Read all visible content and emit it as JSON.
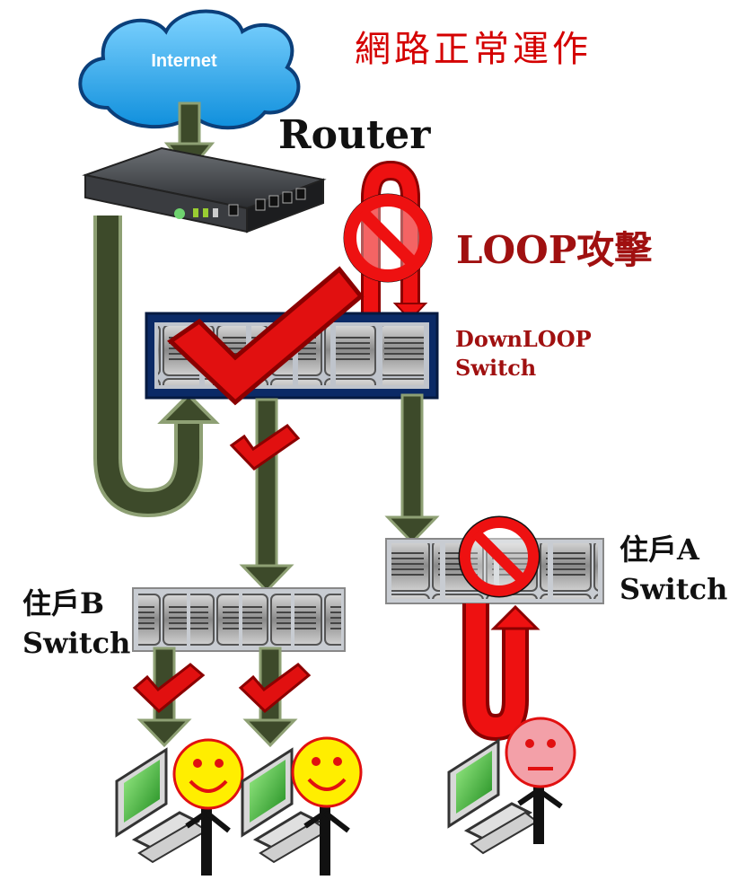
{
  "title": "網路正常運作",
  "internet_label": "Internet",
  "router_label": "Router",
  "loop_attack_label": "LOOP攻擊",
  "downloop_switch": {
    "line1": "DownLOOP",
    "line2": "Switch"
  },
  "household_a_switch": {
    "line1": "住戶A",
    "line2": "Switch"
  },
  "household_b_switch": {
    "line1": "住戶B",
    "line2": "Switch"
  },
  "colors": {
    "arrow": "#3d4a2a",
    "arrow_outline": "#8ea074",
    "loop_red": "#ee1111",
    "check_red": "#e11010",
    "switch_frame": "#0b2a66",
    "happy_face": "#ffee00",
    "sad_face": "#f3a0a8",
    "cloud": "#27a9ec"
  }
}
